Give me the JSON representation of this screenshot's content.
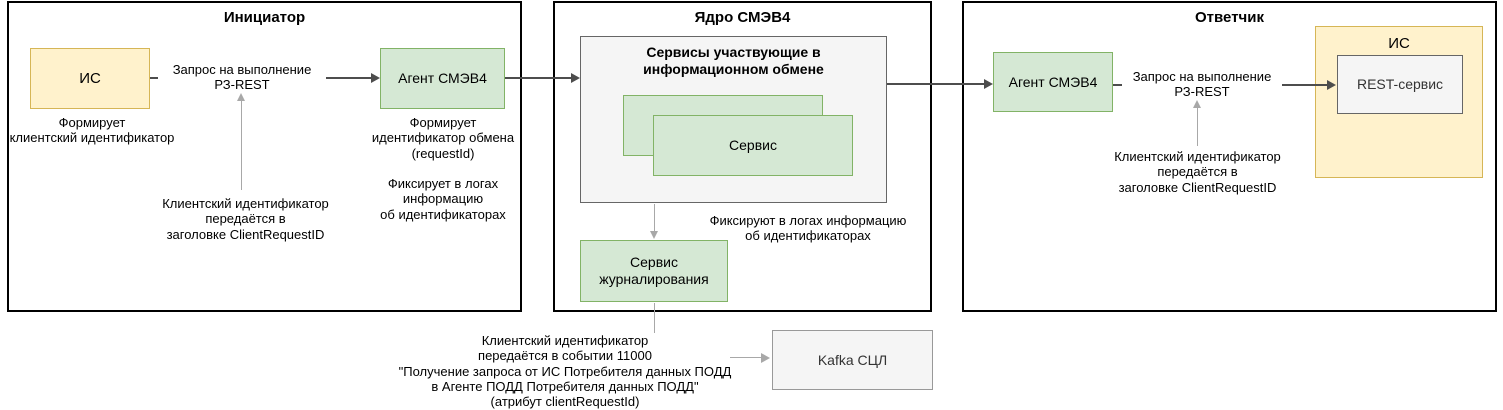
{
  "colors": {
    "yellow_fill": "#FFF2CC",
    "yellow_border": "#D6B656",
    "green_fill": "#D5E8D4",
    "green_border": "#82B366",
    "gray_fill": "#F5F5F5",
    "gray_border": "#666666",
    "flow_arrow": "#4d4d4d",
    "annotation_arrow": "#a8a8a8",
    "section_border": "#000000"
  },
  "sections": {
    "initiator": {
      "title": "Инициатор",
      "is_box_label": "ИС",
      "is_box_caption": "Формирует\nклиентский идентификатор",
      "request_label": "Запрос на выполнение\nРЗ-REST",
      "client_id_annotation": "Клиентский идентификатор\nпередаётся в\nзаголовке ClientRequestID",
      "agent_label": "Агент СМЭВ4",
      "agent_caption_1": "Формирует\nидентификатор обмена\n(requestId)",
      "agent_caption_2": "Фиксирует в логах\nинформацию\nоб идентификаторах"
    },
    "core": {
      "title": "Ядро СМЭВ4",
      "services_container_title": "Сервисы участвующие в\nинформационном обмене",
      "service_label": "Сервис",
      "logs_annotation": "Фиксируют в логах информацию\nоб идентификаторах",
      "journal_label": "Сервис\nжурналирования"
    },
    "responder": {
      "title": "Ответчик",
      "agent_label": "Агент СМЭВ4",
      "request_label": "Запрос на выполнение\nРЗ-REST",
      "client_id_annotation": "Клиентский идентификатор\nпередаётся в\nзаголовке ClientRequestID",
      "is_box_label": "ИС",
      "rest_label": "REST-сервис"
    },
    "kafka_flow": {
      "event_annotation": "Клиентский идентификатор\nпередаётся в событии 11000\n\"Получение запроса от ИС Потребителя данных ПОДД\nв Агенте ПОДД Потребителя данных ПОДД\"\n(атрибут clientRequestId)",
      "kafka_label": "Kafka СЦЛ"
    }
  }
}
